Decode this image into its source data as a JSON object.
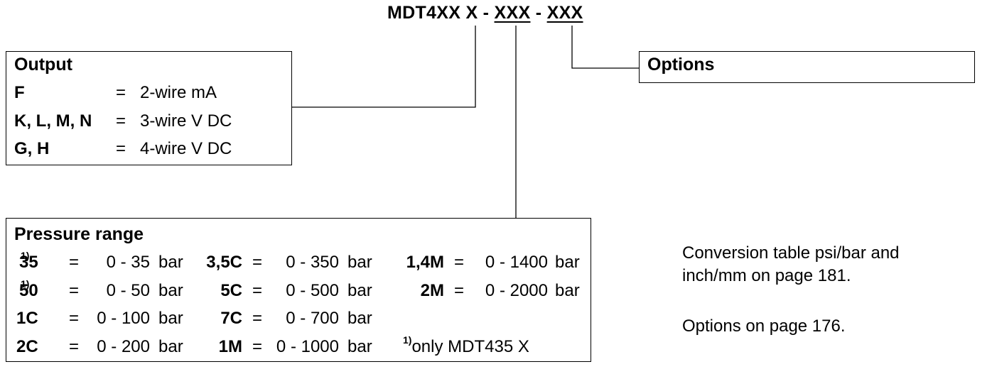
{
  "code": {
    "prefix": "MDT4XX X - ",
    "seg2": "XXX",
    "dash": " - ",
    "seg3": "XXX"
  },
  "output": {
    "title": "Output",
    "eq": "=",
    "rows": [
      {
        "key": "F",
        "value": "2-wire mA"
      },
      {
        "key": "K, L, M, N",
        "value": "3-wire V DC"
      },
      {
        "key": "G, H",
        "value": "4-wire V DC"
      }
    ]
  },
  "options": {
    "title": "Options"
  },
  "pressure": {
    "title": "Pressure range",
    "eq": "=",
    "unit": "bar",
    "footnote_mark": "1)",
    "footnote_text": "only MDT435 X",
    "rows": [
      {
        "c1_key": "35",
        "c1_sup": "1)",
        "c1_val": "0 - 35",
        "c2_key": "3,5C",
        "c2_val": "0 - 350",
        "c3_key": "1,4M",
        "c3_val": "0 - 1400"
      },
      {
        "c1_key": "50",
        "c1_sup": "1)",
        "c1_val": "0 - 50",
        "c2_key": "5C",
        "c2_val": "0 - 500",
        "c3_key": "2M",
        "c3_val": "0 - 2000"
      },
      {
        "c1_key": "1C",
        "c1_sup": "",
        "c1_val": "0 - 100",
        "c2_key": "7C",
        "c2_val": "0 - 700"
      },
      {
        "c1_key": "2C",
        "c1_sup": "",
        "c1_val": "0 - 200",
        "c2_key": "1M",
        "c2_val": "0 - 1000"
      }
    ]
  },
  "notes": {
    "conversion_line1": "Conversion table psi/bar and",
    "conversion_line2": "inch/mm on page 181.",
    "options_ref": "Options on page 176."
  }
}
